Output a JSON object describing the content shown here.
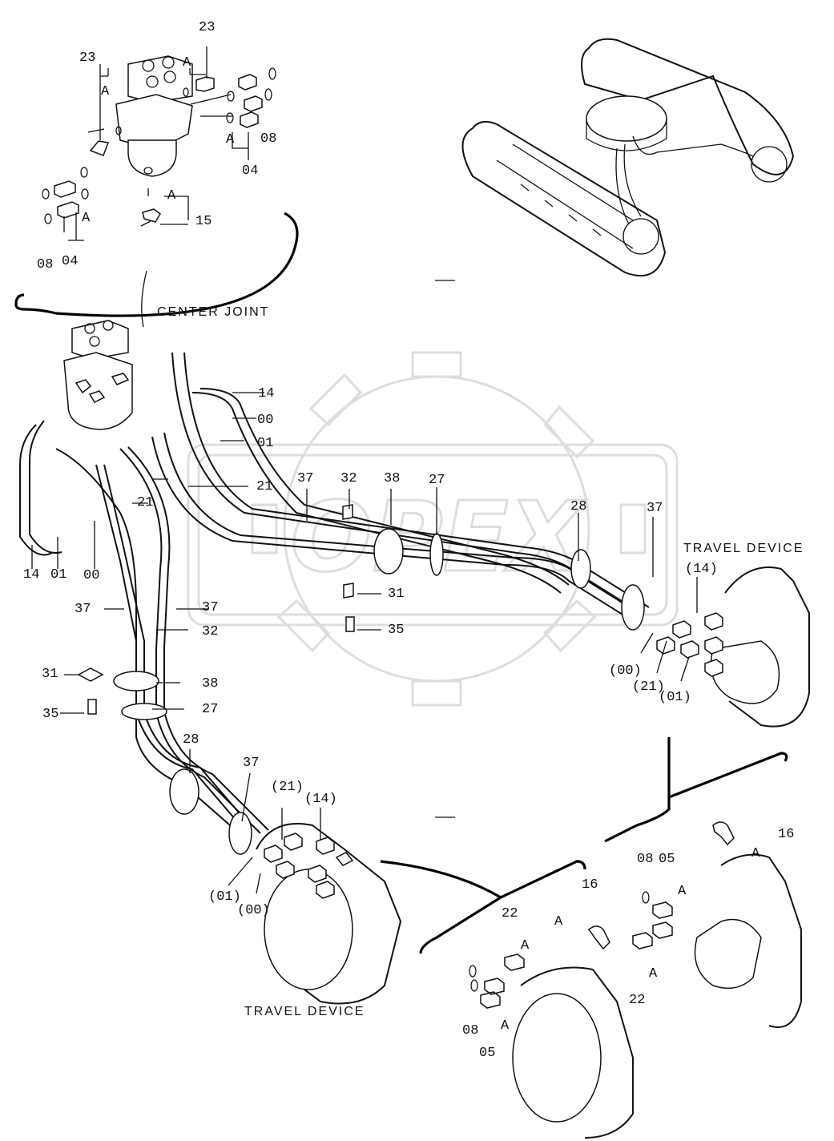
{
  "captions": {
    "center_joint": "CENTER JOINT",
    "travel_device_right": "TRAVEL DEVICE",
    "travel_device_left": "TRAVEL DEVICE"
  },
  "watermark": "OPEX",
  "callouts": {
    "cj_23_left": "23",
    "cj_a_1": "A",
    "cj_23_top": "23",
    "cj_a_2": "A",
    "cj_08_right": "08",
    "cj_a_3": "A",
    "cj_04_right": "04",
    "cj_a_4": "A",
    "cj_15": "15",
    "cj_a_5": "A",
    "cj_08_left": "08",
    "cj_04_left": "04",
    "h_14": "14",
    "h_00": "00",
    "h_01": "01",
    "h_21_right": "21",
    "h_21_left": "21",
    "l_14": "14",
    "l_01": "01",
    "l_00": "00",
    "c_37_a": "37",
    "c_32_a": "32",
    "c_38_a": "38",
    "c_27_a": "27",
    "c_28_a": "28",
    "c_37_b": "37",
    "c_31_a": "31",
    "c_35_a": "35",
    "r_14p": "(14)",
    "r_00p": "(00)",
    "r_21p": "(21)",
    "r_01p": "(01)",
    "c_37_c": "37",
    "c_37_d": "37",
    "c_32_b": "32",
    "c_31_b": "31",
    "c_35_b": "35",
    "c_38_b": "38",
    "c_27_b": "27",
    "c_28_b": "28",
    "c_37_e": "37",
    "b_21p": "(21)",
    "b_14p": "(14)",
    "b_01p": "(01)",
    "b_00p": "(00)",
    "d_16_right": "16",
    "d_a_r1": "A",
    "d_08_right": "08",
    "d_05_right": "05",
    "d_a_r2": "A",
    "d_a_r3": "A",
    "d_22_right": "22",
    "d_16_left": "16",
    "d_a_l1": "A",
    "d_22_left": "22",
    "d_a_l2": "A",
    "d_08_left": "08",
    "d_05_left": "05",
    "d_a_l3": "A"
  }
}
